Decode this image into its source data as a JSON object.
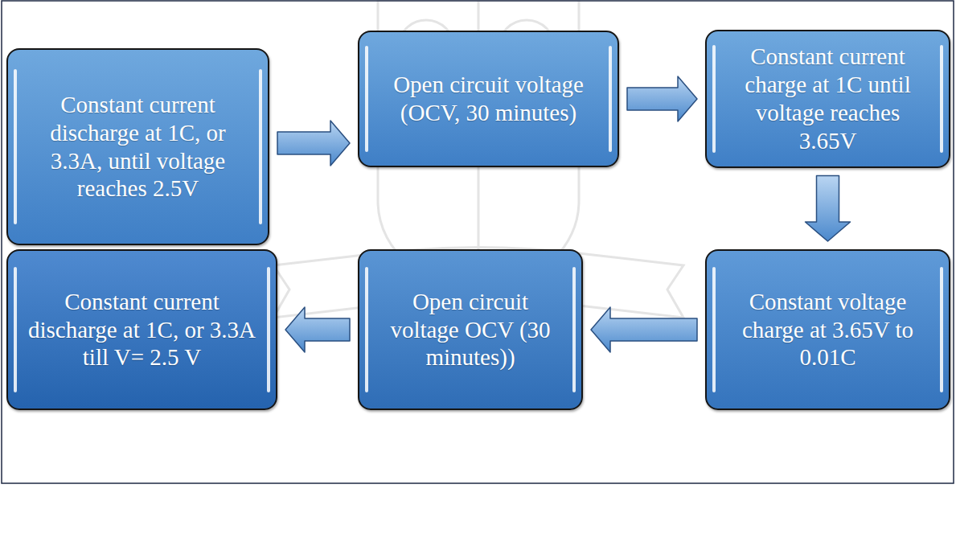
{
  "diagram": {
    "nodes": [
      {
        "text": [
          "Constant current discharge at 1C, or 3.3A, until voltage reaches 2.5V"
        ]
      },
      {
        "text": [
          "Open circuit voltage (OCV, 30 minutes)"
        ]
      },
      {
        "text": [
          "Constant current charge at 1C until voltage reaches 3.65V"
        ]
      },
      {
        "text": [
          "Constant voltage charge at 3.65V to 0.01C"
        ]
      },
      {
        "text": [
          "Open circuit voltage OCV (30 minutes))"
        ]
      },
      {
        "text": [
          "Constant current discharge at 1C, or 3.3A till V= 2.5 V"
        ]
      }
    ],
    "edges": [
      {
        "from": 0,
        "to": 1,
        "arrow": "to"
      },
      {
        "from": 1,
        "to": 2,
        "arrow": "to"
      },
      {
        "from": 2,
        "to": 3,
        "arrow": "to"
      },
      {
        "from": 3,
        "to": 4,
        "arrow": "to"
      },
      {
        "from": 4,
        "to": 5,
        "arrow": "to"
      }
    ]
  }
}
